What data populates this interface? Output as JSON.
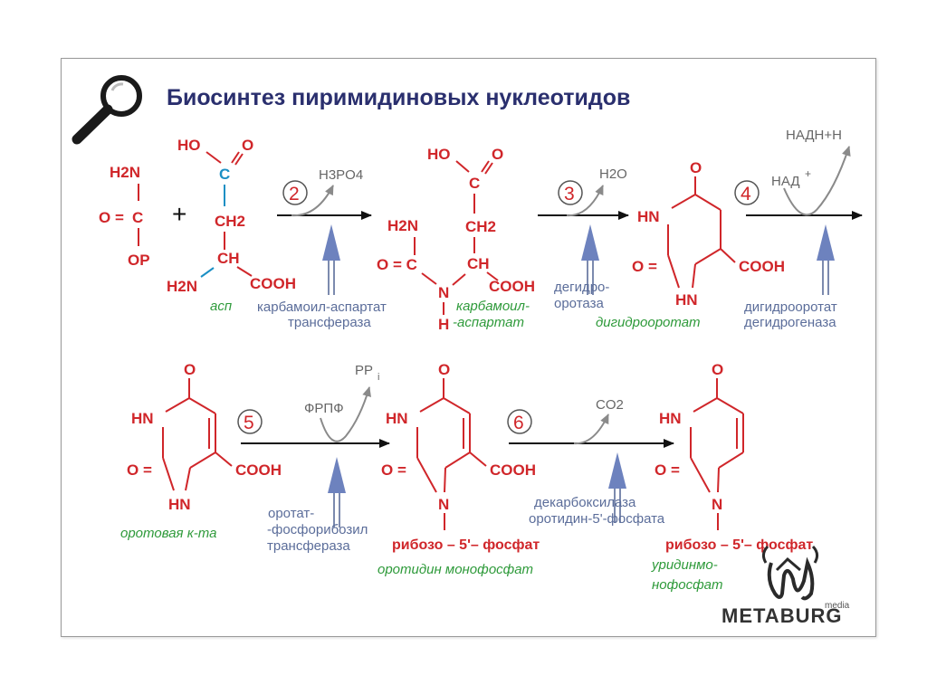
{
  "title": "Биосинтез пиримидиновых нуклеотидов",
  "icons": [
    "magnifier-icon",
    "metaburg-logo-icon"
  ],
  "colors": {
    "structure": "#d0262a",
    "aspartate": "#1b8fc4",
    "compound_name": "#2e9a3a",
    "enzyme": "#5b6d9a",
    "title": "#2a2f6e"
  },
  "steps": [
    {
      "number": "2",
      "byproduct": "H3PO4",
      "enzyme_line1": "карбамоил-аспартат",
      "enzyme_line2": "трансфераза"
    },
    {
      "number": "3",
      "byproduct": "H2O",
      "enzyme_line1": "дегидро-",
      "enzyme_line2": "оротаза"
    },
    {
      "number": "4",
      "cofactor_in": "НАД",
      "cofactor_in_sup": "+",
      "cofactor_out": "НАДН+Н",
      "enzyme_line1": "дигидрооротат",
      "enzyme_line2": "дегидрогеназа"
    },
    {
      "number": "5",
      "cofactor_in": "ФРПФ",
      "byproduct": "PP",
      "byproduct_sub": "i",
      "enzyme_line1": "оротат-",
      "enzyme_line2": "-фосфорибозил",
      "enzyme_line3": "трансфераза"
    },
    {
      "number": "6",
      "byproduct": "CO2",
      "enzyme_line1": "декарбоксилаза",
      "enzyme_line2": "оротидин-5'-фосфата"
    }
  ],
  "compounds": {
    "carbamoyl_phosphate": {
      "h2n": "H2N",
      "c": "C",
      "o_eq": "O =",
      "op": "OP"
    },
    "aspartate": {
      "name": "асп",
      "ho": "HO",
      "o": "O",
      "c": "C",
      "ch2": "CH2",
      "ch": "CH",
      "h2n": "H2N",
      "cooh": "COOH"
    },
    "carbamoyl_aspartate": {
      "name_line1": "карбамоил-",
      "name_line2": "-аспартат",
      "ho": "HO",
      "o": "O",
      "c": "C",
      "ch2": "CH2",
      "ch": "CH",
      "h2n": "H2N",
      "o_eq_c": "O = C",
      "n": "N",
      "h": "H",
      "cooh": "COOH"
    },
    "dihydroorotate": {
      "name": "дигидрооротат",
      "o": "O",
      "hn_top": "HN",
      "o_eq": "O =",
      "cooh": "COOH",
      "hn_bottom": "HN"
    },
    "orotate": {
      "name": "оротовая к-та",
      "o": "O",
      "hn_top": "HN",
      "o_eq": "O =",
      "cooh": "COOH",
      "hn_bottom": "HN"
    },
    "omp": {
      "name": "оротидин монофосфат",
      "o": "O",
      "hn": "HN",
      "o_eq": "O =",
      "cooh": "COOH",
      "n": "N",
      "ribose": "рибозо – 5'– фосфат"
    },
    "ump": {
      "name_line1": "уридинмо-",
      "name_line2": "нофосфат",
      "o": "O",
      "hn": "HN",
      "o_eq": "O =",
      "n": "N",
      "ribose": "рибозо – 5'– фосфат"
    }
  },
  "plus": "+",
  "logo": {
    "text": "METABURG",
    "sub": "media"
  }
}
